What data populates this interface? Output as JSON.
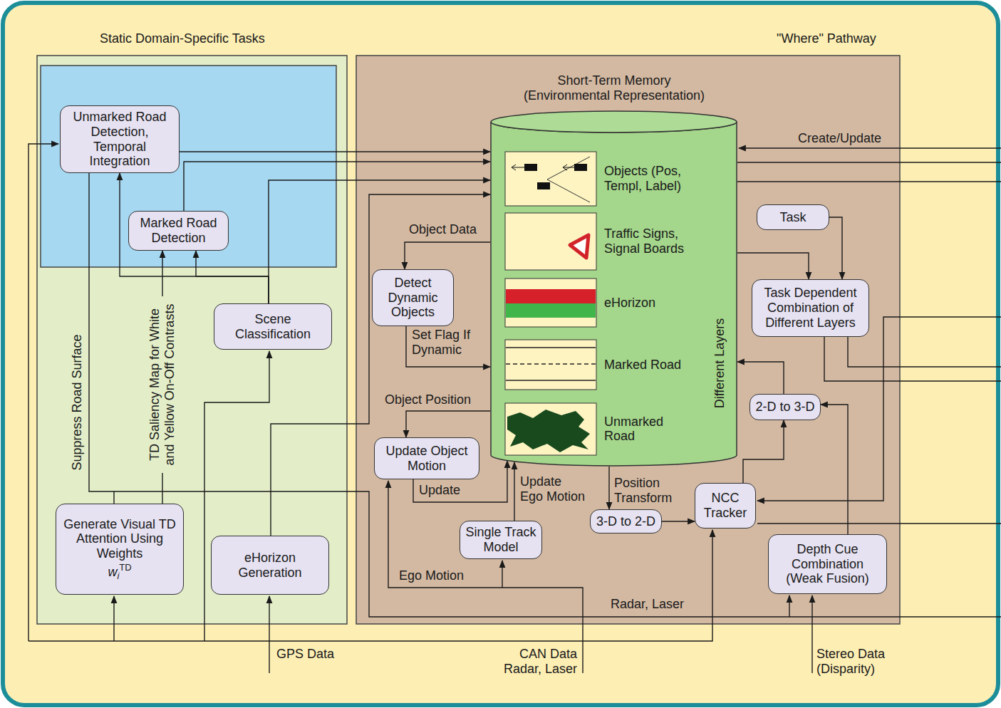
{
  "diagram": {
    "nodes": [
      {
        "text": [
          "Static Domain-Specific Tasks"
        ]
      },
      {
        "text": [
          "Unmarked Road Detection, Temporal Integration"
        ],
        "in": 0
      },
      {
        "text": [
          "Marked Road Detection"
        ],
        "in": 0
      },
      {
        "text": [
          "Scene Classification"
        ],
        "in": 0
      },
      {
        "text": [
          "Generate Visual TD Attention Using Weights",
          "w",
          "i",
          "TD"
        ],
        "in": 0
      },
      {
        "text": [
          "eHorizon Generation"
        ],
        "in": 0
      },
      {
        "text": [
          "\"Where\" Pathway"
        ]
      },
      {
        "text": [
          "Short-Term Memory (Environmental Representation)",
          "Different Layers"
        ],
        "in": 6
      },
      {
        "text": [
          "Objects (Pos, Templ, Label)"
        ],
        "in": 7
      },
      {
        "text": [
          "Traffic Signs, Signal Boards"
        ],
        "in": 7
      },
      {
        "text": [
          "eHorizon"
        ],
        "in": 7
      },
      {
        "text": [
          "Marked Road"
        ],
        "in": 7
      },
      {
        "text": [
          "Unmarked Road"
        ],
        "in": 7
      },
      {
        "text": [
          "Task"
        ],
        "in": 6
      },
      {
        "text": [
          "Task Dependent Combination of Different Layers"
        ],
        "in": 6
      },
      {
        "text": [
          "Detect Dynamic Objects"
        ],
        "in": 6
      },
      {
        "text": [
          "Update Object Motion"
        ],
        "in": 6
      },
      {
        "text": [
          "Single Track Model"
        ],
        "in": 6
      },
      {
        "text": [
          "3-D to 2-D"
        ],
        "in": 6
      },
      {
        "text": [
          "NCC Tracker"
        ],
        "in": 6
      },
      {
        "text": [
          "2-D to 3-D"
        ],
        "in": 6
      },
      {
        "text": [
          "Depth Cue Combination (Weak Fusion)"
        ],
        "in": 6
      }
    ],
    "edges": [
      {
        "from": 1,
        "to": 7,
        "arrow": "to"
      },
      {
        "from": 2,
        "to": 7,
        "arrow": "to"
      },
      {
        "from": 3,
        "to": 7,
        "arrow": "to"
      },
      {
        "from": 3,
        "to": 1,
        "arrow": "to"
      },
      {
        "from": 3,
        "to": 2,
        "arrow": "to"
      },
      {
        "from": 4,
        "to": 2,
        "arrow": "to",
        "label": "TD Saliency Map for White and Yellow On-Off Contrasts"
      },
      {
        "from": 1,
        "to": 4,
        "arrow": "none",
        "label": "Suppress Road Surface"
      },
      {
        "from": 5,
        "to": 7,
        "arrow": "to"
      },
      {
        "from": 7,
        "to": 15,
        "arrow": "to",
        "label": "Object Data"
      },
      {
        "from": 15,
        "to": 7,
        "arrow": "to",
        "label": "Set Flag If Dynamic"
      },
      {
        "from": 7,
        "to": 16,
        "arrow": "to",
        "label": "Object Position"
      },
      {
        "from": 16,
        "to": 7,
        "arrow": "to",
        "label": "Update"
      },
      {
        "from": 17,
        "to": 7,
        "arrow": "to",
        "label": "Update Ego Motion"
      },
      {
        "from": 7,
        "to": 18,
        "arrow": "to",
        "label": "Position Transform"
      },
      {
        "from": 18,
        "to": 19,
        "arrow": "to"
      },
      {
        "from": 19,
        "to": 20,
        "arrow": "to"
      },
      {
        "from": 20,
        "to": 7,
        "arrow": "to"
      },
      {
        "from": 21,
        "to": 20,
        "arrow": "to"
      },
      {
        "from": 13,
        "to": 14,
        "arrow": "to"
      },
      {
        "from": 7,
        "to": 14,
        "arrow": "to"
      }
    ],
    "labels": [
      "Create/Update",
      "Ego Motion",
      "Radar, Laser",
      "GPS Data",
      "CAN Data Radar, Laser",
      "Stereo Data (Disparity)"
    ]
  }
}
